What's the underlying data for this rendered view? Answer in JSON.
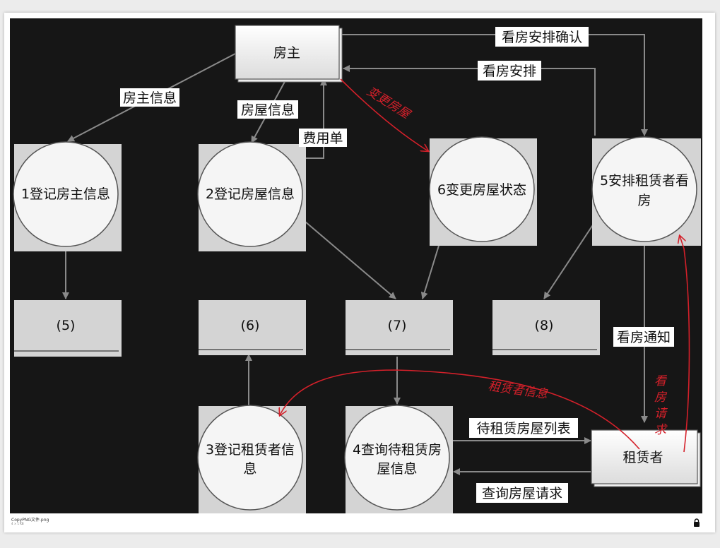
{
  "diagram": {
    "external_entities": {
      "landlord": "房主",
      "tenant": "租赁者"
    },
    "processes": {
      "p1": "1登记房主信息",
      "p2": "2登记房屋信息",
      "p3_line1": "3登记租赁者信",
      "p3_line2": "息",
      "p4_line1": "4查询待租赁房",
      "p4_line2": "屋信息",
      "p5_line1": "5安排租赁者看",
      "p5_line2": "房",
      "p6": "6变更房屋状态"
    },
    "data_stores": {
      "d5": "(5)",
      "d6": "(6)",
      "d7": "(7)",
      "d8": "(8)"
    },
    "flows": {
      "landlord_info": "房主信息",
      "house_info": "房屋信息",
      "fee_bill": "费用单",
      "viewing_confirm": "看房安排确认",
      "viewing_arrangement": "看房安排",
      "viewing_notice": "看房通知",
      "rental_list": "待租赁房屋列表",
      "query_request": "查询房屋请求"
    },
    "handwritten_notes": {
      "change_house": "变更房屋",
      "tenant_info": "租赁者信息",
      "viewing_request": "看房请求"
    },
    "colors": {
      "background": "#161616",
      "box_fill": "#d4d4d4",
      "circle_fill": "#f5f5f5",
      "annotation": "#d4202a"
    }
  },
  "footer": {
    "filename": "CopyPNG文件.png",
    "subtext": "4 × 1 KB",
    "lock_icon": "lock-icon"
  }
}
